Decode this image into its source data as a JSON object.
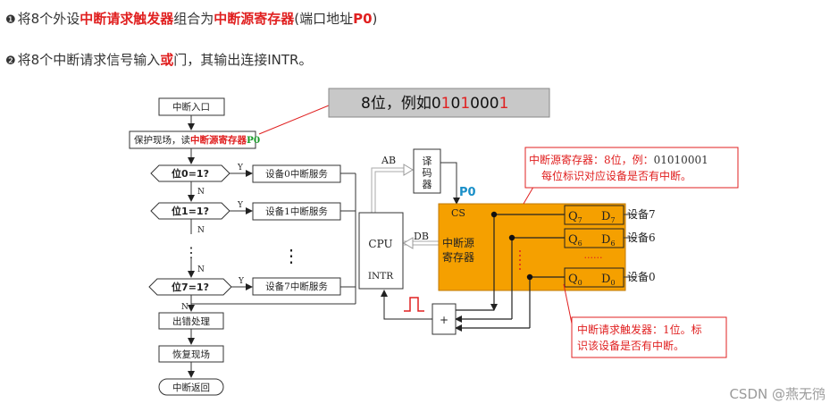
{
  "intro": {
    "line1": {
      "bullet": "❶",
      "p1": "将8个外设",
      "p2": "中断请求触发器",
      "p3": "组合为",
      "p4": "中断源寄存器",
      "p5": "(端口地址",
      "p6": "P0",
      "p7": ")"
    },
    "line2": {
      "bullet": "❷",
      "p1": "将8个中断请求信号输入",
      "p2": "或",
      "p3": "门，其输出连接INTR。"
    }
  },
  "flowchart": {
    "entry": "中断入口",
    "protect_prefix": "保护现场，读",
    "protect_reg": "中断源寄存器",
    "protect_port": "P0",
    "cond0": "位0=1?",
    "cond1": "位1=1?",
    "cond7": "位7=1?",
    "serv0": "设备0中断服务",
    "serv1": "设备1中断服务",
    "serv7": "设备7中断服务",
    "yes": "Y",
    "no": "N",
    "vdots": "⋮",
    "error": "出错处理",
    "restore": "恢复现场",
    "ret": "中断返回"
  },
  "callout_top": {
    "prefix": "8位，例如",
    "d1": "0",
    "d2": "1",
    "d3": "0",
    "d4": "1",
    "d5": "0",
    "d6": "0",
    "d7": "0",
    "d8": "1"
  },
  "hardware": {
    "ab": "AB",
    "db": "DB",
    "decoder": [
      "译",
      "码",
      "器"
    ],
    "p0": "P0",
    "cs": "CS",
    "cpu": "CPU",
    "intr": "INTR",
    "reg_label": [
      "中断源",
      "寄存器"
    ],
    "dots": "......",
    "plus": "+",
    "q": "Q",
    "d": "D",
    "sub7": "7",
    "sub6": "6",
    "sub0": "0",
    "dev7": "设备7",
    "dev6": "设备6",
    "dev0": "设备0"
  },
  "note_register": {
    "line1_prefix": "中断源寄存器：8位，例：",
    "bits": "01010001",
    "line2": "每位标识对应设备是否有中断。"
  },
  "note_trigger": {
    "line1": "中断请求触发器：1位。标",
    "line2": "识该设备是否有中断。"
  },
  "watermark": "CSDN @燕无鸻",
  "colors": {
    "red": "#e02020",
    "orange": "#f5a000",
    "gray_box": "#c8c8c8",
    "blue": "#1a8fc8",
    "green": "#1a9a2a"
  }
}
